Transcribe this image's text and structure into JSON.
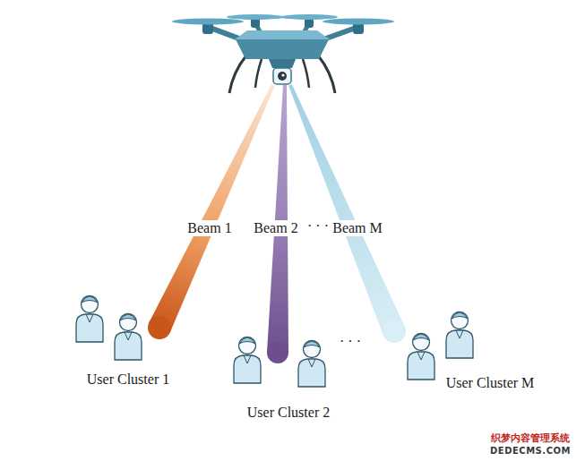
{
  "diagram": {
    "nodes": [
      {
        "text": [
          "User Cluster 1"
        ]
      },
      {
        "text": [
          "User Cluster 2"
        ]
      },
      {
        "text": [
          "User Cluster M"
        ]
      }
    ],
    "labels": [
      "Beam 1",
      "Beam 2",
      "· · ·",
      "Beam M",
      "· · ·",
      "织梦内容管理系统",
      "DEDECMS.COM"
    ]
  }
}
